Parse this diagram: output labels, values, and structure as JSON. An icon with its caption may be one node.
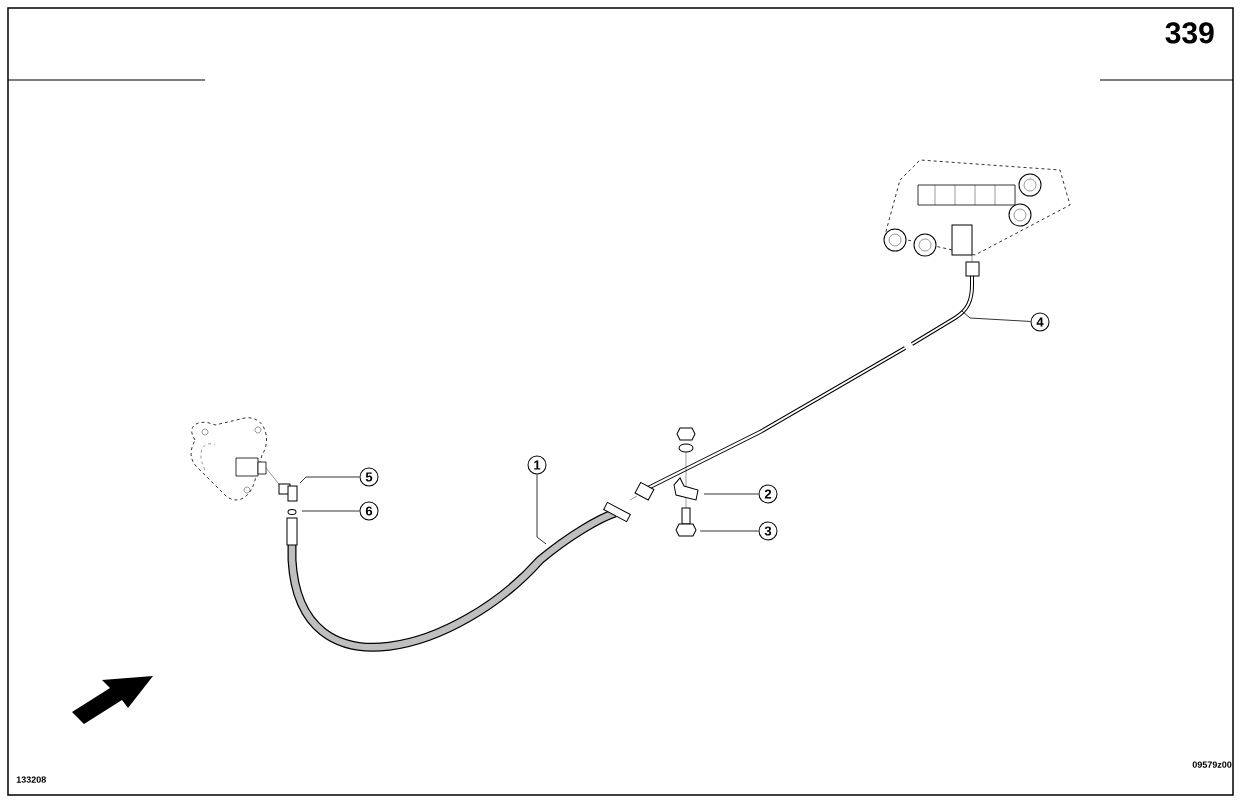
{
  "diagram": {
    "nodes": [
      {
        "text": [
          "1"
        ]
      },
      {
        "text": [
          "2"
        ]
      },
      {
        "text": [
          "3"
        ]
      },
      {
        "text": [
          "4"
        ]
      },
      {
        "text": [
          "5"
        ]
      },
      {
        "text": [
          "6"
        ]
      },
      {
        "text": [],
        "shape": "picture"
      }
    ],
    "edges": [
      {
        "from": 0,
        "to": null,
        "arrow": "none"
      },
      {
        "from": 1,
        "to": null,
        "arrow": "none"
      },
      {
        "from": 2,
        "to": 6,
        "arrow": "none"
      },
      {
        "from": 3,
        "to": null,
        "arrow": "none"
      },
      {
        "from": 4,
        "to": null,
        "arrow": "none"
      },
      {
        "from": 5,
        "to": null,
        "arrow": "none"
      }
    ],
    "labels": [
      "339",
      "133208",
      "09579z00"
    ]
  }
}
